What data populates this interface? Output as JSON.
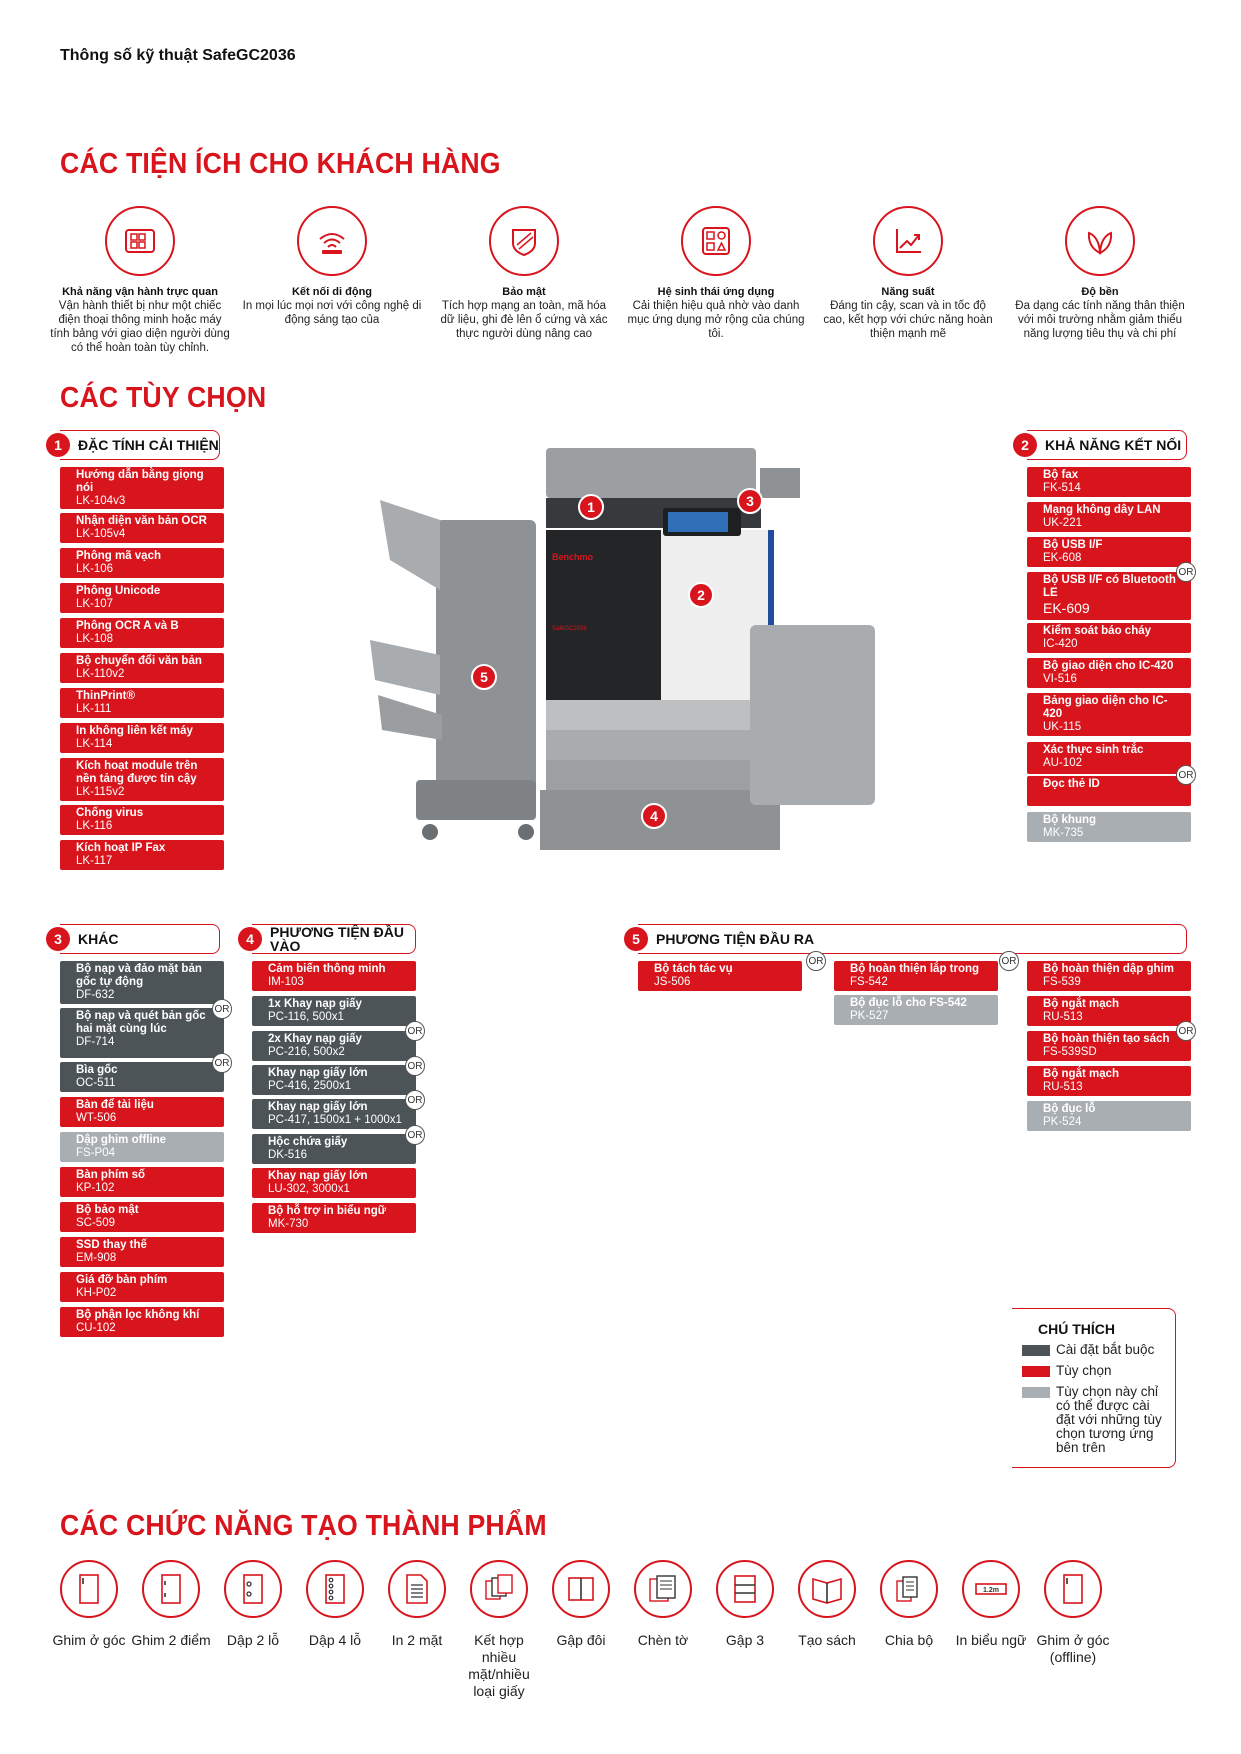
{
  "document_title": "Thông số kỹ thuật SafeGC2036",
  "sections": {
    "benefits": "CÁC TIỆN ÍCH CHO KHÁCH HÀNG",
    "options": "CÁC TÙY CHỌN",
    "finishing": "CÁC CHỨC NĂNG TẠO THÀNH PHẨM"
  },
  "benefits": [
    {
      "icon": "tablet-icon",
      "title": "Khả năng vận hành trực quan",
      "desc": "Vận hành thiết bị như một chiếc điện thoại thông minh hoặc máy tính bảng với giao diện người dùng có thể hoàn toàn tùy chỉnh."
    },
    {
      "icon": "wifi-icon",
      "title": "Kết nối di động",
      "desc": "In mọi lúc mọi nơi với công nghệ di động sáng tạo của"
    },
    {
      "icon": "shield-icon",
      "title": "Bảo mật",
      "desc": "Tích hợp mạng an toàn, mã hóa dữ liệu, ghi đè lên ổ cứng và xác thực người dùng nâng cao"
    },
    {
      "icon": "apps-icon",
      "title": "Hệ sinh thái ứng dụng",
      "desc": "Cải thiện hiệu quả nhờ vào danh mục ứng dụng mở rộng của chúng tôi."
    },
    {
      "icon": "chart-icon",
      "title": "Năng suất",
      "desc": "Đáng tin cậy, scan và in tốc độ cao, kết hợp với chức năng hoàn thiện mạnh mẽ"
    },
    {
      "icon": "leaf-icon",
      "title": "Độ bền",
      "desc": "Đa dạng các tính năng thân thiện với môi trường nhằm giảm thiểu năng lượng tiêu thụ và chi phí"
    }
  ],
  "groups": {
    "g1": {
      "num": "1",
      "title": "ĐẶC TÍNH CẢI THIỆN"
    },
    "g2": {
      "num": "2",
      "title": "KHẢ NĂNG KẾT NỐI"
    },
    "g3": {
      "num": "3",
      "title": "KHÁC"
    },
    "g4": {
      "num": "4",
      "title": "PHƯƠNG TIỆN ĐẦU VÀO"
    },
    "g5": {
      "num": "5",
      "title": "PHƯƠNG TIỆN ĐẦU RA"
    }
  },
  "or_label": "OR",
  "options1": [
    {
      "name": "Hướng dẫn bằng giọng nói",
      "code": "LK-104v3"
    },
    {
      "name": "Nhận diện văn bản OCR",
      "code": "LK-105v4"
    },
    {
      "name": "Phông mã vạch",
      "code": "LK-106"
    },
    {
      "name": "Phông Unicode",
      "code": "LK-107"
    },
    {
      "name": "Phông OCR A và B",
      "code": "LK-108"
    },
    {
      "name": "Bộ chuyển đổi văn bản",
      "code": "LK-110v2"
    },
    {
      "name": "ThinPrint®",
      "code": "LK-111"
    },
    {
      "name": "In không liên kết máy",
      "code": "LK-114"
    },
    {
      "name": "Kích hoạt module trên nền tảng được tin cậy",
      "code": "LK-115v2"
    },
    {
      "name": "Chống virus",
      "code": "LK-116"
    },
    {
      "name": "Kích hoạt IP Fax",
      "code": "LK-117"
    }
  ],
  "options2": [
    {
      "name": "Bộ fax",
      "code": "FK-514"
    },
    {
      "name": "Mạng không dây LAN",
      "code": "UK-221"
    },
    {
      "name": "Bộ USB I/F",
      "code": "EK-608"
    },
    {
      "name": "Bộ USB I/F có Bluetooth LE",
      "code": "EK-609"
    },
    {
      "name": "Kiểm soát báo cháy",
      "code": "IC-420"
    },
    {
      "name": "Bộ giao diện cho IC-420",
      "code": "VI-516"
    },
    {
      "name": "Bảng giao diện cho IC-420",
      "code": "UK-115"
    },
    {
      "name": "Xác thực sinh trắc",
      "code": "AU-102"
    },
    {
      "name": "Đọc thẻ ID",
      "code": ""
    },
    {
      "name": "Bộ khung",
      "code": "MK-735"
    }
  ],
  "options3": [
    {
      "name": "Bộ nạp và đảo mặt bản gốc tự động",
      "code": "DF-632"
    },
    {
      "name": "Bộ nạp và quét bản gốc hai mặt cùng lúc",
      "code": "DF-714"
    },
    {
      "name": "Bìa gốc",
      "code": "OC-511"
    },
    {
      "name": "Bàn để tài liệu",
      "code": "WT-506"
    },
    {
      "name": "Dập ghim offline",
      "code": "FS-P04"
    },
    {
      "name": "Bàn phím số",
      "code": "KP-102"
    },
    {
      "name": "Bộ bảo mật",
      "code": "SC-509"
    },
    {
      "name": "SSD thay thế",
      "code": "EM-908"
    },
    {
      "name": "Giá đỡ bàn phím",
      "code": "KH-P02"
    },
    {
      "name": "Bộ phận lọc không khí",
      "code": "CU-102"
    }
  ],
  "options4": [
    {
      "name": "Cảm biến thông minh",
      "code": "IM-103"
    },
    {
      "name": "1x Khay nạp giấy",
      "code": "PC-116, 500x1"
    },
    {
      "name": "2x Khay nạp giấy",
      "code": "PC-216, 500x2"
    },
    {
      "name": "Khay nạp giấy lớn",
      "code": "PC-416, 2500x1"
    },
    {
      "name": "Khay nạp giấy lớn",
      "code": "PC-417, 1500x1 + 1000x1"
    },
    {
      "name": "Hộc chứa giấy",
      "code": "DK-516"
    },
    {
      "name": "Khay nạp giấy lớn",
      "code": "LU-302, 3000x1"
    },
    {
      "name": "Bộ hỗ trợ in biểu ngữ",
      "code": "MK-730"
    }
  ],
  "options5": [
    {
      "name": "Bộ tách tác vụ",
      "code": "JS-506"
    },
    {
      "name": "Bộ hoàn thiện lắp trong",
      "code": "FS-542"
    },
    {
      "name": "Bộ đục lỗ cho FS-542",
      "code": "PK-527"
    },
    {
      "name": "Bộ hoàn thiện dập ghim",
      "code": "FS-539"
    },
    {
      "name": "Bộ ngắt mạch",
      "code": "RU-513"
    },
    {
      "name": "Bộ hoàn thiện tạo sách",
      "code": "FS-539SD"
    },
    {
      "name": "Bộ ngắt mạch",
      "code": "RU-513"
    },
    {
      "name": "Bộ đục lỗ",
      "code": "PK-524"
    }
  ],
  "legend": {
    "title": "CHÚ THÍCH",
    "items": [
      {
        "color": "#4c5458",
        "label": "Cài đặt bắt buộc"
      },
      {
        "color": "#d8141c",
        "label": "Tùy chọn"
      },
      {
        "color": "#a8aeb2",
        "label": "Tùy chọn này chỉ có thể được cài đặt với những tùy chọn tương ứng bên trên"
      }
    ]
  },
  "machine": {
    "brand": "Benchmo",
    "model": "SafeGC2036"
  },
  "callouts": [
    "1",
    "2",
    "3",
    "4",
    "5"
  ],
  "finishing": [
    {
      "icon": "staple-corner-icon",
      "label": "Ghim ở góc"
    },
    {
      "icon": "staple-2-icon",
      "label": "Ghim 2 điểm"
    },
    {
      "icon": "punch-2-icon",
      "label": "Dập 2 lỗ"
    },
    {
      "icon": "punch-4-icon",
      "label": "Dập 4 lỗ"
    },
    {
      "icon": "duplex-icon",
      "label": "In 2 mặt"
    },
    {
      "icon": "mixed-media-icon",
      "label": "Kết hợp nhiều mặt/nhiều loại giấy"
    },
    {
      "icon": "half-fold-icon",
      "label": "Gập đôi"
    },
    {
      "icon": "insert-icon",
      "label": "Chèn tờ"
    },
    {
      "icon": "tri-fold-icon",
      "label": "Gập 3"
    },
    {
      "icon": "booklet-icon",
      "label": "Tạo sách"
    },
    {
      "icon": "offset-icon",
      "label": "Chia bộ"
    },
    {
      "icon": "banner-icon",
      "label": "In biểu ngữ",
      "banner_text": "1.2m"
    },
    {
      "icon": "staple-offline-icon",
      "label": "Ghim ở góc (offline)"
    }
  ],
  "colors": {
    "accent": "#d8141c",
    "dark": "#4c5458",
    "grey": "#a8aeb2"
  }
}
